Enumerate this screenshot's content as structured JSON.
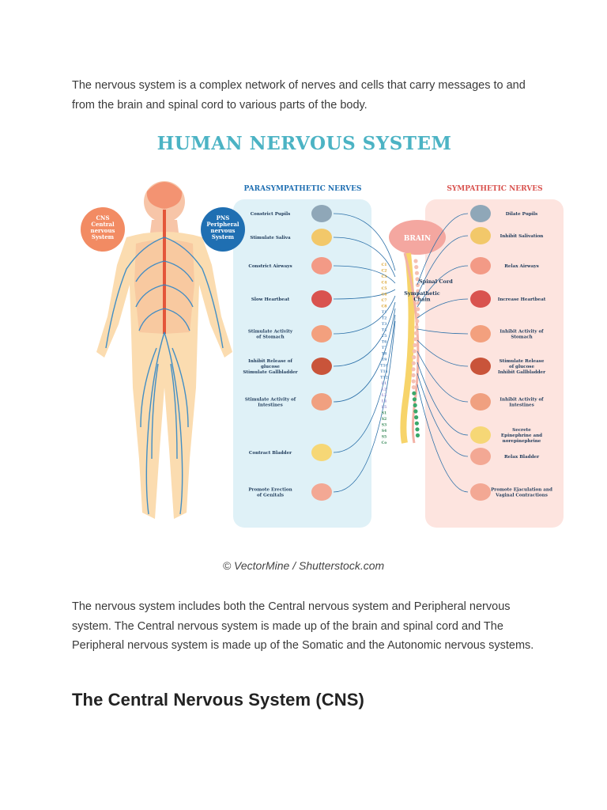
{
  "intro": "The nervous system is a complex network of nerves and cells that carry messages to and from the brain and spinal cord to various parts of the body.",
  "figure": {
    "title": "HUMAN NERVOUS SYSTEM",
    "cns_label": [
      "CNS",
      "Central",
      "nervous",
      "System"
    ],
    "pns_label": [
      "PNS",
      "Peripheral",
      "nervous",
      "System"
    ],
    "parasympathetic_header": "PARASYMPATHETIC NERVES",
    "sympathetic_header": "SYMPATHETIC NERVES",
    "brain": "BRAIN",
    "spinal_cord": "Spinal Cord",
    "sympathetic_chain": [
      "Sympathetic",
      "Chain"
    ],
    "parasympathetic_items": [
      [
        "Constrict Pupils"
      ],
      [
        "Stimulate Saliva"
      ],
      [
        "Constrict Airways"
      ],
      [
        "Slow Heartbeat"
      ],
      [
        "Stimulate Activity",
        "of Stomach"
      ],
      [
        "Inhibit Release of",
        "glucose",
        "Stimulate Gallbladder"
      ],
      [
        "Stimulate Activity of",
        "Intestines"
      ],
      [
        "Contract Bladder"
      ],
      [
        "Promote Erection",
        "of Genitals"
      ]
    ],
    "sympathetic_items": [
      [
        "Dilate Pupils"
      ],
      [
        "Inhibit Salivation"
      ],
      [
        "Relax Airways"
      ],
      [
        "Increase Heartbeat"
      ],
      [
        "Inhibit Activity of",
        "Stomach"
      ],
      [
        "Stimulate Release",
        "of glucose",
        "Inhibit Gallbladder"
      ],
      [
        "Inhibit Activity of",
        "Intestines"
      ],
      [
        "Secrete",
        "Epinephrine and",
        "norepinephrine"
      ],
      [
        "Relax Bladder"
      ],
      [
        "Promote Ejaculation and",
        "Vaginal Contractions"
      ]
    ],
    "vertebrae": [
      "C1",
      "C2",
      "C3",
      "C4",
      "C5",
      "C6",
      "C7",
      "C8",
      "T1",
      "T2",
      "T3",
      "T4",
      "T5",
      "T6",
      "T7",
      "T8",
      "T9",
      "T10",
      "T11",
      "T12",
      "L1",
      "L2",
      "L3",
      "L4",
      "L5",
      "S1",
      "S2",
      "S3",
      "S4",
      "S5",
      "Co"
    ]
  },
  "caption": "© VectorMine / Shutterstock.com",
  "body_paragraph": "The nervous system includes both the Central nervous system and Peripheral nervous system. The Central nervous system is made up of the brain and spinal cord and The Peripheral nervous system is made up of the Somatic and the Autonomic nervous systems.",
  "section_heading": "The Central Nervous System (CNS)",
  "colors": {
    "title_teal": "#4cb3c4",
    "para_panel": "#dff1f7",
    "symp_panel": "#fde4df",
    "cns_orange": "#f28b63",
    "pns_blue": "#1f6fb2",
    "nerve_blue": "#2f86c7"
  }
}
